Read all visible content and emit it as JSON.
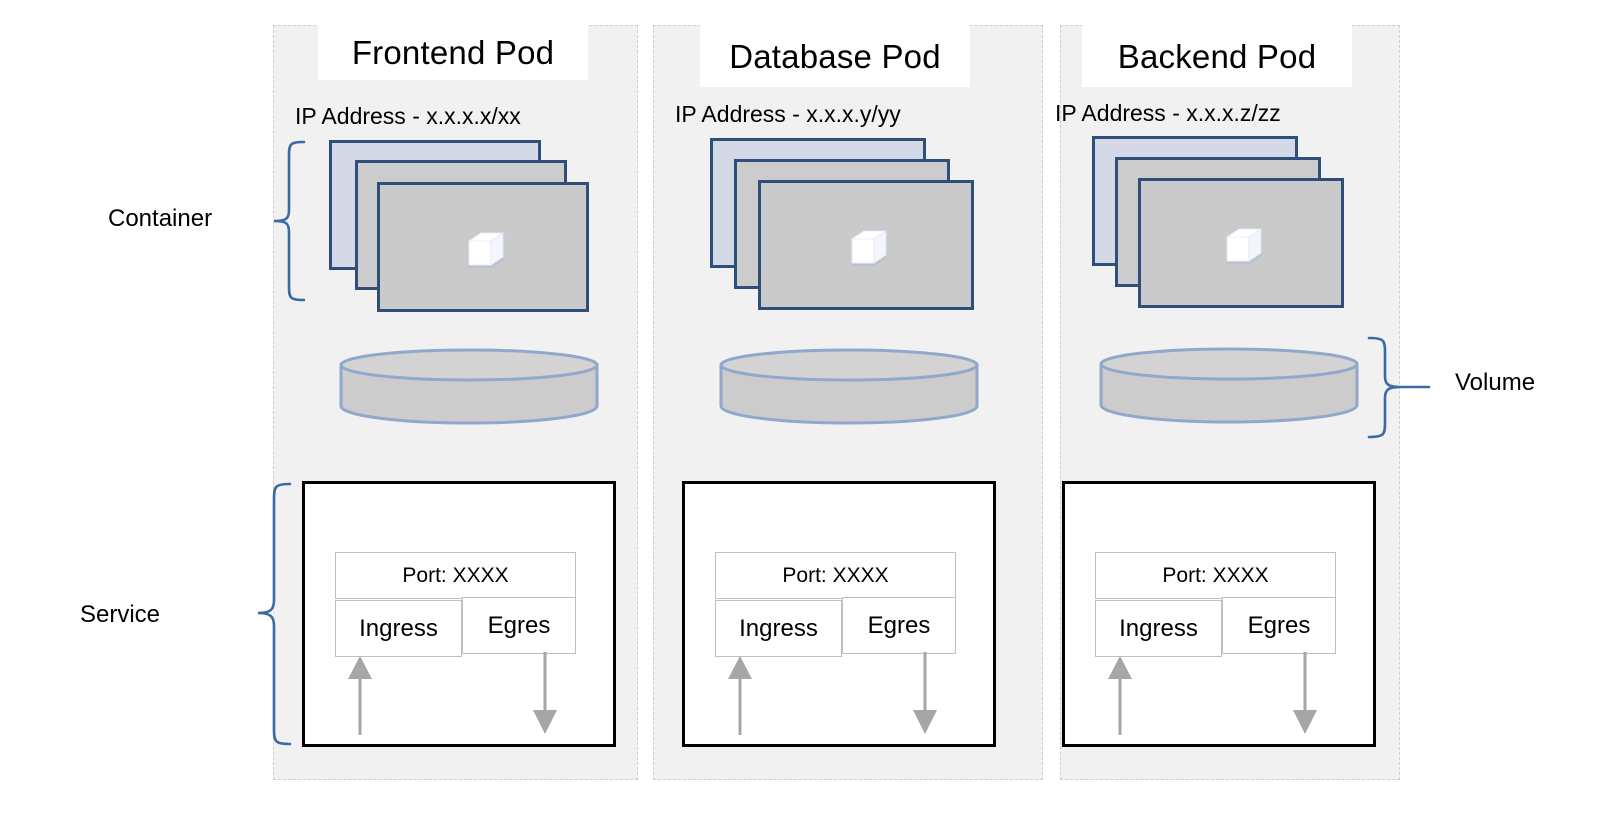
{
  "diagram": {
    "title_implicit": "Kubernetes Pods Architecture",
    "pods": [
      {
        "id": "frontend",
        "title": "Frontend Pod",
        "ip_label": "IP Address - x.x.x.x/xx",
        "container_icon": "container-cube-icon",
        "volume_icon": "cylinder-volume-icon",
        "service": {
          "port_label": "Port: XXXX",
          "ingress_label": "Ingress",
          "egress_label": "Egres",
          "ingress_arrow": "arrow-up-icon",
          "egress_arrow": "arrow-down-icon"
        }
      },
      {
        "id": "database",
        "title": "Database Pod",
        "ip_label": "IP Address - x.x.x.y/yy",
        "container_icon": "container-cube-icon",
        "volume_icon": "cylinder-volume-icon",
        "service": {
          "port_label": "Port: XXXX",
          "ingress_label": "Ingress",
          "egress_label": "Egres",
          "ingress_arrow": "arrow-up-icon",
          "egress_arrow": "arrow-down-icon"
        }
      },
      {
        "id": "backend",
        "title": "Backend Pod",
        "ip_label": "IP Address - x.x.x.z/zz",
        "container_icon": "container-cube-icon",
        "volume_icon": "cylinder-volume-icon",
        "service": {
          "port_label": "Port: XXXX",
          "ingress_label": "Ingress",
          "egress_label": "Egres",
          "ingress_arrow": "arrow-up-icon",
          "egress_arrow": "arrow-down-icon"
        }
      }
    ],
    "annotations": {
      "container_label": "Container",
      "service_label": "Service",
      "volume_label": "Volume"
    },
    "colors": {
      "pod_background": "#f1f1f1",
      "pod_border": "#cfcfcf",
      "container_border": "#2f4e79",
      "container_back_fill": "#d3d9e6",
      "container_front_fill": "#cacaca",
      "cylinder_stroke": "#8fa8cc",
      "cylinder_fill": "#cccccc",
      "brace_stroke": "#3a6ba5",
      "service_border": "#000000",
      "inner_box_border": "#bfbfbf",
      "arrow_fill": "#a6a6a6",
      "text": "#000000"
    }
  }
}
